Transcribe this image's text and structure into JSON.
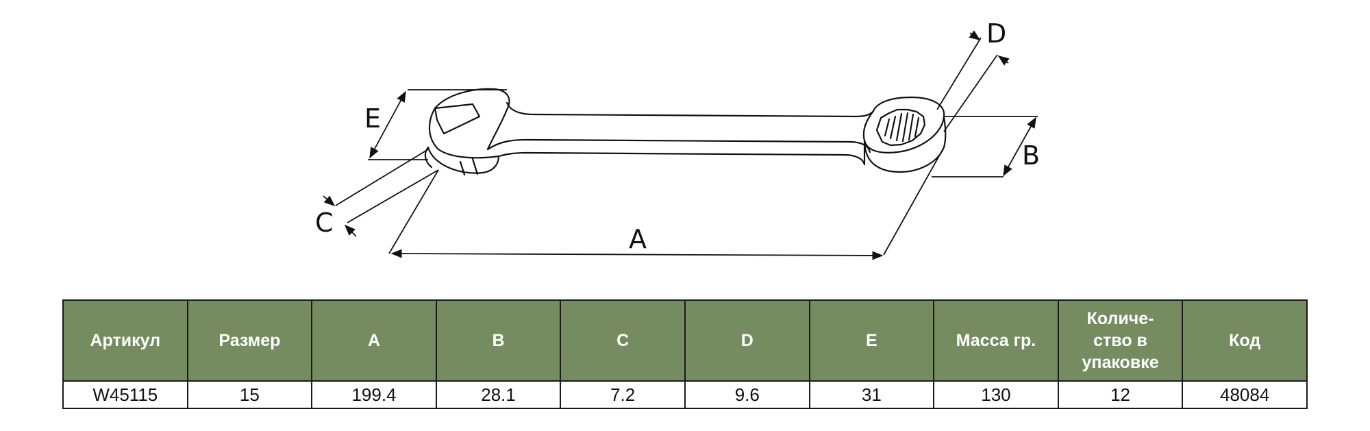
{
  "drawing": {
    "labels": {
      "a": "A",
      "b": "B",
      "c": "C",
      "d": "D",
      "e": "E"
    }
  },
  "table": {
    "headers": [
      "Артикул",
      "Размер",
      "A",
      "B",
      "C",
      "D",
      "E",
      "Масса гр.",
      "Количе-ство в упаковке",
      "Код"
    ],
    "rows": [
      [
        "W45115",
        "15",
        "199.4",
        "28.1",
        "7.2",
        "9.6",
        "31",
        "130",
        "12",
        "48084"
      ]
    ],
    "colors": {
      "header_background": "#758c61",
      "header_text": "#ffffff",
      "border": "#1a1a1a"
    }
  }
}
